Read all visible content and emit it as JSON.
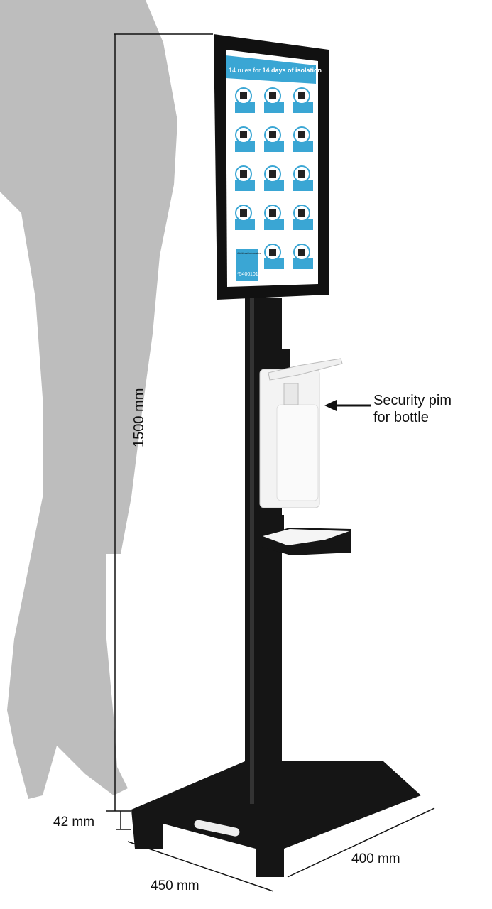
{
  "dimensions": {
    "height": "1500 mm",
    "base_height": "42 mm",
    "width": "450 mm",
    "depth": "400 mm"
  },
  "callout": {
    "line1": "Security pim",
    "line2": "for bottle"
  },
  "poster": {
    "title_prefix": "14 rules for ",
    "title_bold": "14 days of isolation",
    "info_title": "Additional information",
    "info_number_1": "*5400",
    "info_number_2": "101"
  },
  "colors": {
    "silhouette": "#bdbdbd",
    "poster_blue": "#3aa6d4",
    "stand": "#151515"
  }
}
